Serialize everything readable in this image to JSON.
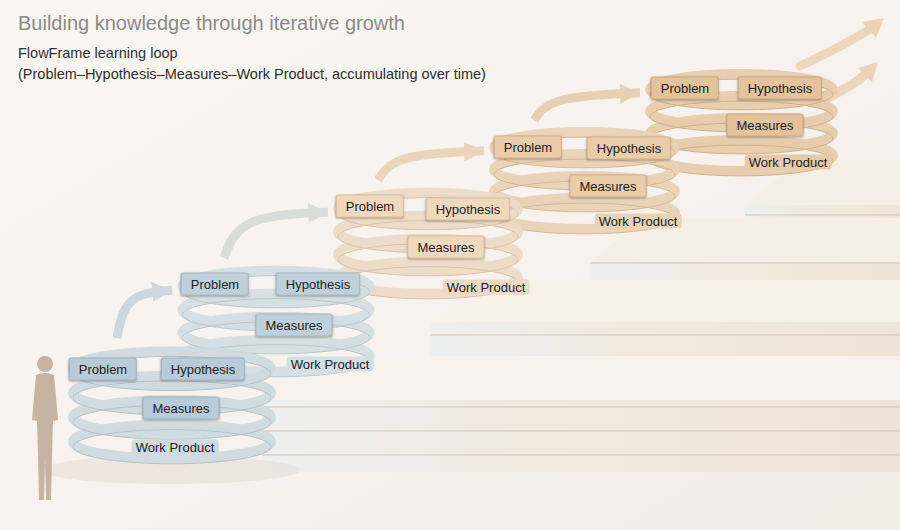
{
  "diagram": {
    "title": "Building knowledge through iterative growth",
    "nodes": [
      {
        "text": [
          "Work Product"
        ]
      },
      {
        "text": [
          "Problem"
        ],
        "in": 0
      },
      {
        "text": [
          "Hypothesis"
        ],
        "in": 0
      },
      {
        "text": [
          "Measures"
        ],
        "in": 0
      },
      {
        "text": [
          "Work Product"
        ]
      },
      {
        "text": [
          "Problem"
        ],
        "in": 4
      },
      {
        "text": [
          "Hypothesis"
        ],
        "in": 4
      },
      {
        "text": [
          "Measures"
        ],
        "in": 4
      },
      {
        "text": [
          "Work Product"
        ]
      },
      {
        "text": [
          "Problem"
        ],
        "in": 8
      },
      {
        "text": [
          "Hypothesis"
        ],
        "in": 8
      },
      {
        "text": [
          "Measures"
        ],
        "in": 8
      },
      {
        "text": [
          "Work Product"
        ]
      },
      {
        "text": [
          "Problem"
        ],
        "in": 12
      },
      {
        "text": [
          "Hypothesis"
        ],
        "in": 12
      },
      {
        "text": [
          "Measures"
        ],
        "in": 12
      },
      {
        "text": [
          "Work Product"
        ]
      },
      {
        "text": [
          "Problem"
        ],
        "in": 16
      },
      {
        "text": [
          "Hypothesis"
        ],
        "in": 16
      },
      {
        "text": [
          "Measures"
        ],
        "in": 16
      }
    ],
    "edges": [
      {
        "from": 0,
        "to": 4,
        "arrow": "to"
      },
      {
        "from": 4,
        "to": 8,
        "arrow": "to"
      },
      {
        "from": 8,
        "to": 12,
        "arrow": "to"
      },
      {
        "from": 12,
        "to": 16,
        "arrow": "to"
      }
    ],
    "labels": [
      "FlowFrame learning loop",
      "(Problem–Hypothesis–Measures–Work Product, accumulating over time)"
    ]
  }
}
